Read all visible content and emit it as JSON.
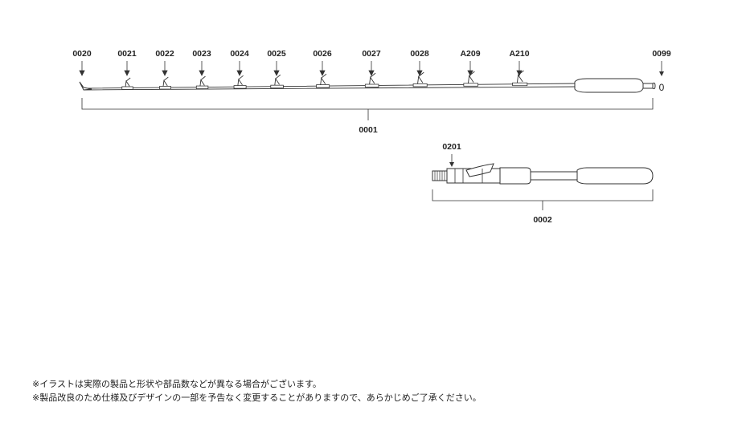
{
  "rod_top": {
    "part_labels": [
      "0020",
      "0021",
      "0022",
      "0023",
      "0024",
      "0025",
      "0026",
      "0027",
      "0028",
      "A209",
      "A210"
    ],
    "end_label": "0099",
    "end_symbol": "0",
    "assembly_label": "0001"
  },
  "rod_butt": {
    "part_label": "0201",
    "assembly_label": "0002"
  },
  "notes": [
    "※イラストは実際の製品と形状や部品数などが異なる場合がございます。",
    "※製品改良のため仕様及びデザインの一部を予告なく変更することがありますので、あらかじめご了承ください。"
  ],
  "colors": {
    "line": "#333333",
    "fill": "#ffffff"
  }
}
